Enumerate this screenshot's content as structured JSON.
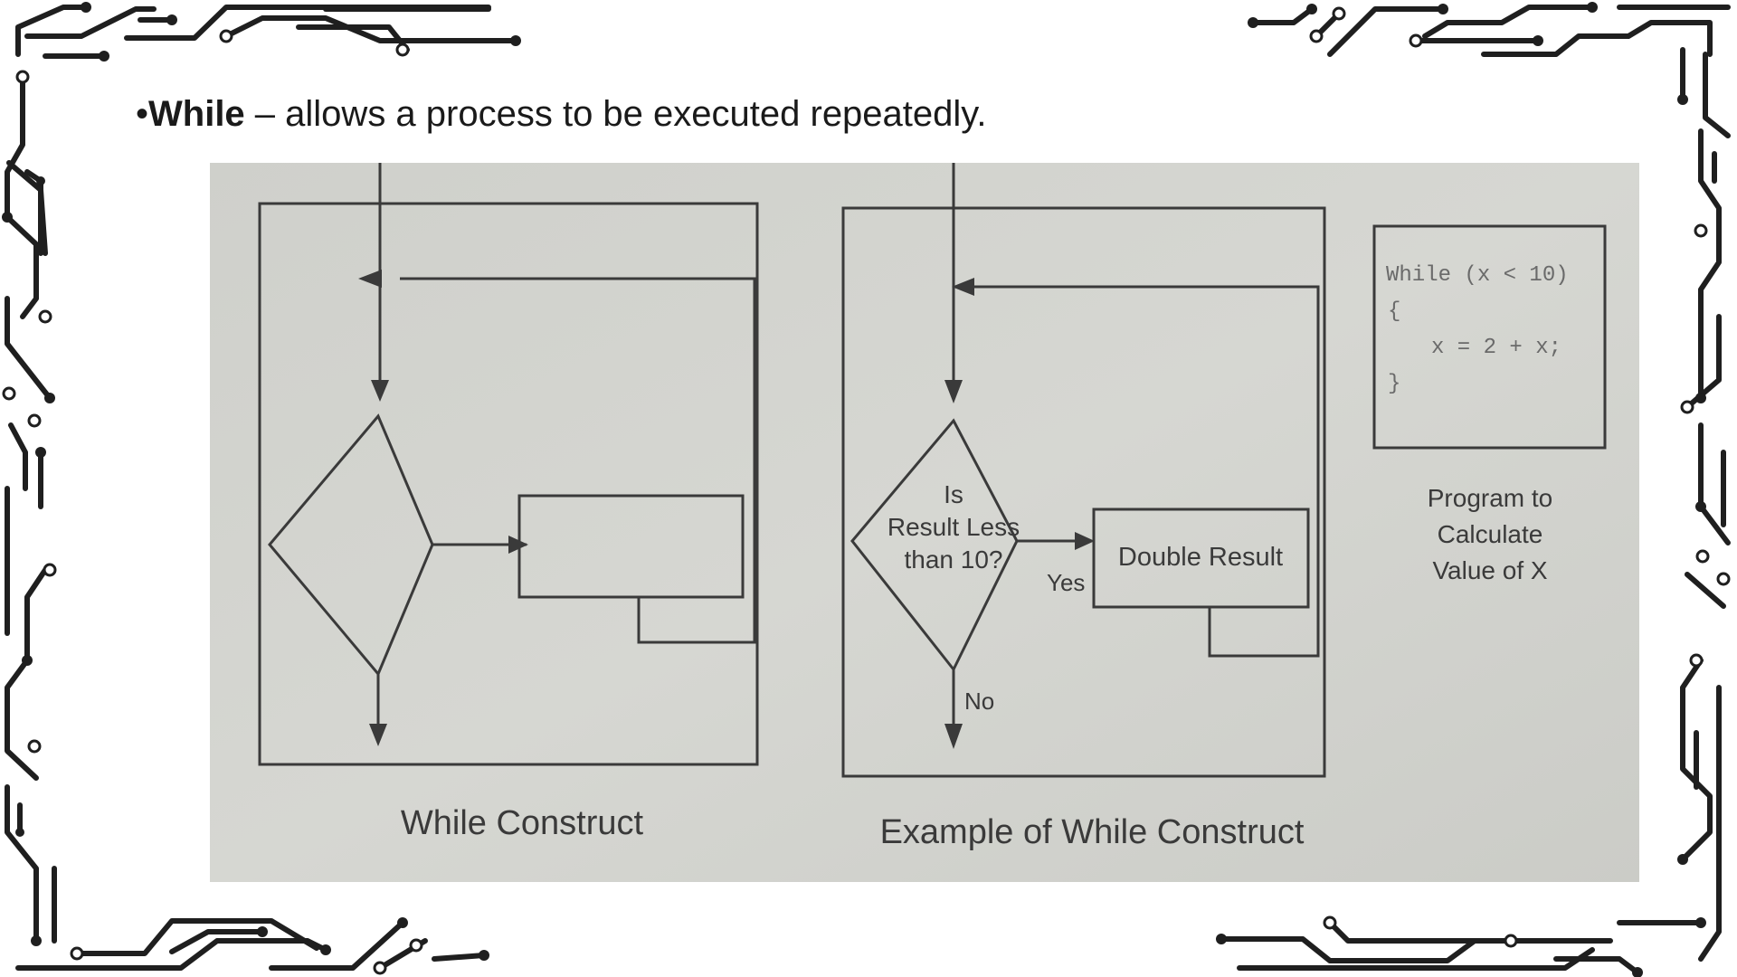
{
  "slide": {
    "bullet": "•",
    "keyword": "While",
    "description": " – allows a process to be executed repeatedly."
  },
  "diagram": {
    "left_caption": "While Construct",
    "right_caption": "Example of While Construct",
    "decision_label": [
      "Is",
      "Result Less",
      "than 10?"
    ],
    "process_label": "Double Result",
    "yes_label": "Yes",
    "no_label": "No",
    "code_lines": [
      "While (x < 10)",
      "{",
      "x = 2 + x;",
      "}"
    ],
    "code_caption": [
      "Program to",
      "Calculate",
      "Value of X"
    ]
  },
  "colors": {
    "circuit": "#1f1f1f",
    "photo_background": "#d4d5d0",
    "diagram_lines": "#3a3a3a"
  }
}
